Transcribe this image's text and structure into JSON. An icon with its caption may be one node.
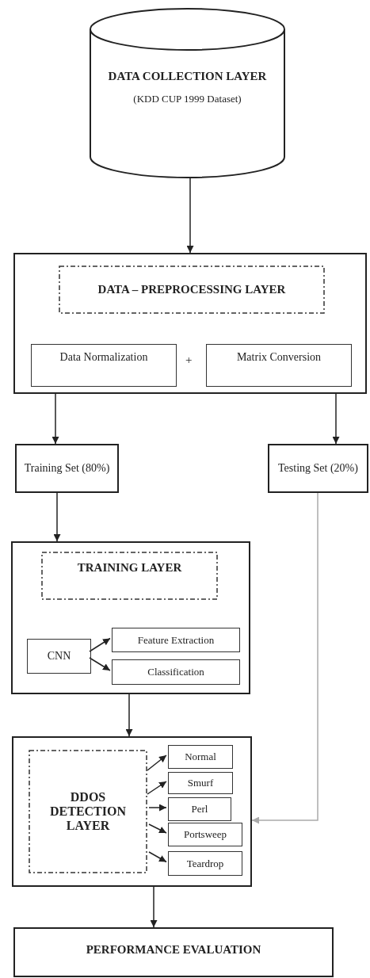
{
  "diagram": {
    "nodes": [
      {
        "text": [
          "DATA COLLECTION LAYER",
          "(KDD CUP 1999 Dataset)"
        ]
      },
      {
        "text": [],
        "shape": "box"
      },
      {
        "text": [
          "DATA – PREPROCESSING LAYER"
        ],
        "in": 1
      },
      {
        "text": [
          "Data Normalization"
        ],
        "in": 1
      },
      {
        "text": [
          "Matrix Conversion"
        ],
        "in": 1
      },
      {
        "text": [
          "Training Set (80%)"
        ]
      },
      {
        "text": [
          "Testing Set (20%)"
        ]
      },
      {
        "text": [],
        "shape": "box"
      },
      {
        "text": [
          "TRAINING LAYER"
        ],
        "in": 7
      },
      {
        "text": [
          "CNN"
        ],
        "in": 7
      },
      {
        "text": [
          "Feature Extraction"
        ],
        "in": 7
      },
      {
        "text": [
          "Classification"
        ],
        "in": 7
      },
      {
        "text": [],
        "shape": "box"
      },
      {
        "text": [
          "DDOS DETECTION LAYER"
        ],
        "in": 12
      },
      {
        "text": [
          "Normal"
        ],
        "in": 12
      },
      {
        "text": [
          "Smurf"
        ],
        "in": 12
      },
      {
        "text": [
          "Perl"
        ],
        "in": 12
      },
      {
        "text": [
          "Portsweep"
        ],
        "in": 12
      },
      {
        "text": [
          "Teardrop"
        ],
        "in": 12
      },
      {
        "text": [
          "PERFORMANCE EVALUATION"
        ]
      }
    ],
    "edges": [
      {
        "from": 0,
        "to": 1,
        "arrow": "to"
      },
      {
        "from": 1,
        "to": 5,
        "arrow": "to"
      },
      {
        "from": 1,
        "to": 6,
        "arrow": "to"
      },
      {
        "from": 5,
        "to": 7,
        "arrow": "to"
      },
      {
        "from": 9,
        "to": 10,
        "arrow": "to"
      },
      {
        "from": 9,
        "to": 11,
        "arrow": "to"
      },
      {
        "from": 7,
        "to": 12,
        "arrow": "to"
      },
      {
        "from": 6,
        "to": 12,
        "arrow": "to",
        "color": "#aaaaaa"
      },
      {
        "from": 13,
        "to": 14,
        "arrow": "to"
      },
      {
        "from": 13,
        "to": 15,
        "arrow": "to"
      },
      {
        "from": 13,
        "to": 16,
        "arrow": "to"
      },
      {
        "from": 13,
        "to": 17,
        "arrow": "to"
      },
      {
        "from": 13,
        "to": 18,
        "arrow": "to"
      },
      {
        "from": 12,
        "to": 19,
        "arrow": "to"
      }
    ],
    "labels": [
      "+"
    ]
  }
}
